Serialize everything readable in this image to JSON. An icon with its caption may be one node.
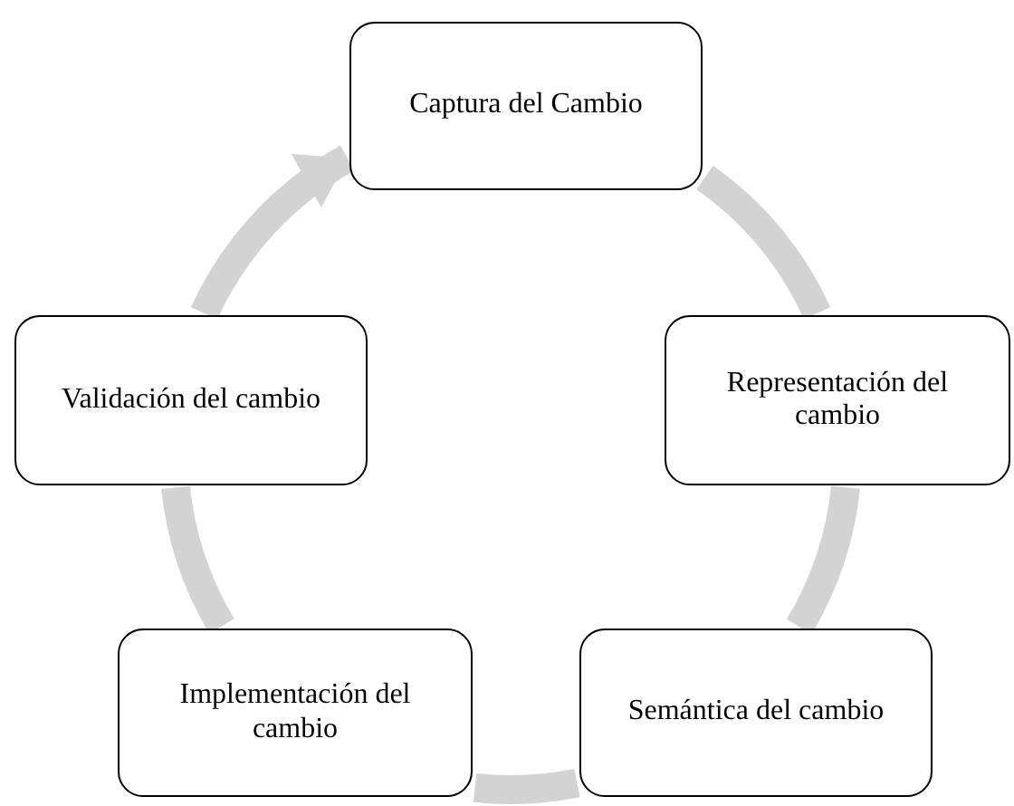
{
  "diagram": {
    "nodes": [
      {
        "text": [
          "Captura del Cambio"
        ]
      },
      {
        "text": [
          "Representación del cambio"
        ]
      },
      {
        "text": [
          "Semántica del cambio"
        ]
      },
      {
        "text": [
          "Implementación del cambio"
        ]
      },
      {
        "text": [
          "Validación del cambio"
        ]
      }
    ],
    "edges": [
      {
        "from": 0,
        "to": 1,
        "arrow": "none"
      },
      {
        "from": 1,
        "to": 2,
        "arrow": "none"
      },
      {
        "from": 2,
        "to": 3,
        "arrow": "none"
      },
      {
        "from": 3,
        "to": 4,
        "arrow": "none"
      },
      {
        "from": 4,
        "to": 0,
        "arrow": "to"
      }
    ]
  }
}
